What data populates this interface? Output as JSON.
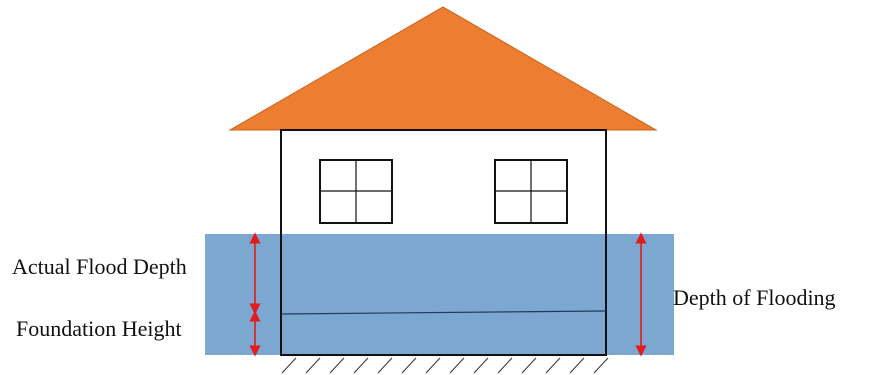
{
  "labels": {
    "actual_flood_depth": "Actual Flood Depth",
    "foundation_height": "Foundation Height",
    "depth_of_flooding": "Depth of Flooding"
  },
  "colors": {
    "roof": "#ED7D31",
    "water": "#7BA7D1",
    "arrows": "#E41B1B",
    "outline": "#111111"
  }
}
